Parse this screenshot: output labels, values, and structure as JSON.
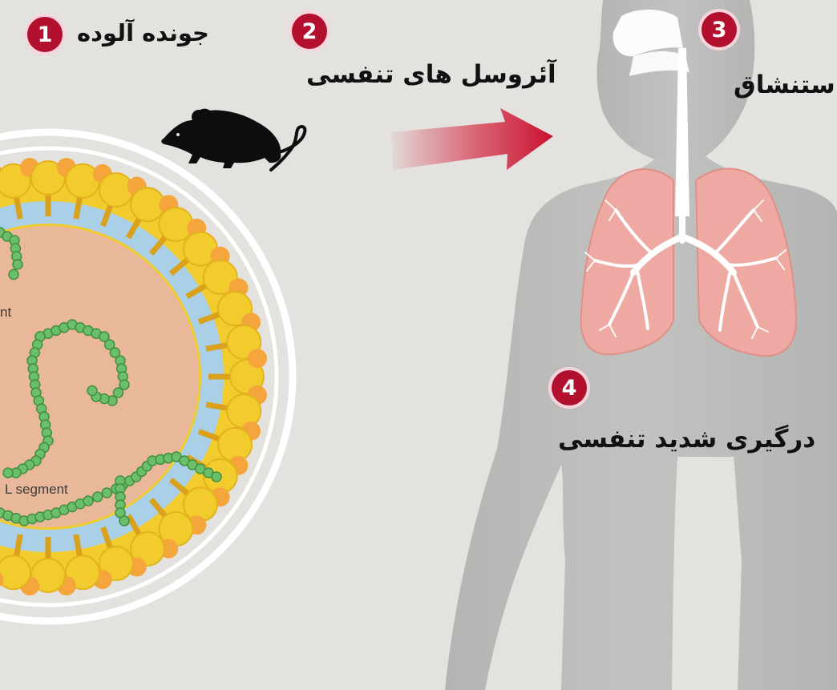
{
  "steps": [
    {
      "number": "1",
      "label": "جونده آلوده"
    },
    {
      "number": "2",
      "label": "آئروسل های تنفسی"
    },
    {
      "number": "3",
      "label": "استنشاق"
    },
    {
      "number": "4",
      "label": "درگیری شدید تنفسی"
    }
  ],
  "virus": {
    "segment_labels": [
      "nt",
      "L segment"
    ]
  },
  "colors": {
    "background": "#e3e2df",
    "badge": "#b3102f",
    "body": "#b9b9b8",
    "lungs": "#eeaaa2",
    "virus_core": "#e9b89a",
    "lipid_head": "#f2cc2c",
    "rna": "#6bbf6b",
    "arrow": "#d4263f"
  },
  "icons": [
    "mouse-icon",
    "arrow-right-icon",
    "human-body-icon",
    "lungs-icon",
    "virus-particle-icon"
  ]
}
